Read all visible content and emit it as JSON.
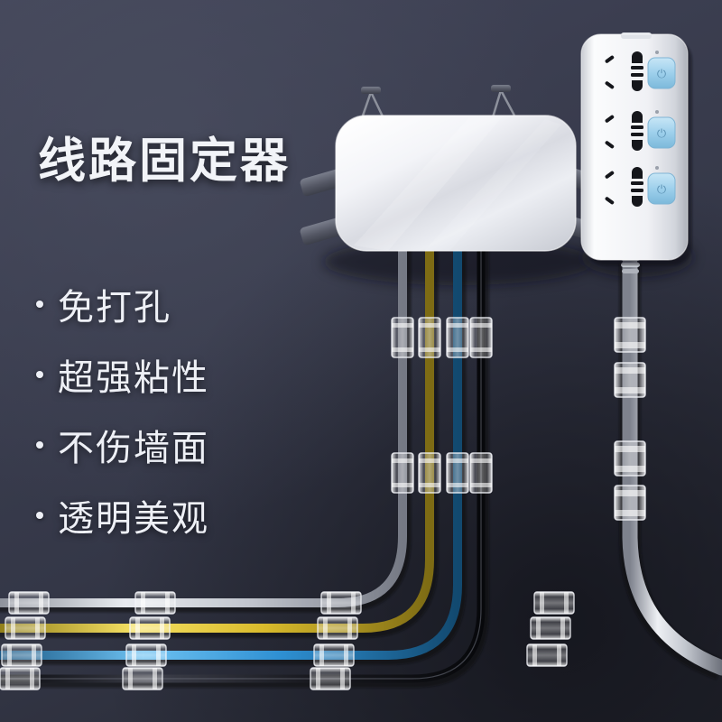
{
  "scene": {
    "kind": "product-photo",
    "subject": "cable-organizer-clips",
    "background_colors": [
      "#43465a",
      "#343747",
      "#24262f"
    ]
  },
  "title": "线路固定器",
  "bullets": [
    {
      "label": "免打孔"
    },
    {
      "label": "超强粘性"
    },
    {
      "label": "不伤墙面"
    },
    {
      "label": "透明美观"
    }
  ],
  "colors": {
    "accent_switch": "#9fd2ec",
    "cable_white": "#d7dae0",
    "cable_yellow": "#e8c93a",
    "cable_blue": "#3d9cdd",
    "cable_black": "#15161c",
    "device_white": "#eceef2",
    "clip_tab_gray": "#5b5e6b",
    "text": "#f2f4f8"
  },
  "power_strip": {
    "name": "power-strip",
    "body_color": "#f2f3f6",
    "socket_count": 3,
    "switch_count": 3,
    "switch_color": "#9fd2ec",
    "sockets": [
      {
        "index": 1,
        "type": "universal",
        "indicator": true
      },
      {
        "index": 2,
        "type": "universal",
        "indicator": true
      },
      {
        "index": 3,
        "type": "universal",
        "indicator": true
      }
    ]
  },
  "junction_box": {
    "name": "cable-junction-box",
    "body_color": "#e9ebf0",
    "top_hooks": 2,
    "left_tabs": 2,
    "right_tabs": 2
  },
  "cables": [
    {
      "name": "cable-white",
      "color": "#d7dae0",
      "width": 9,
      "clip_rows": 2
    },
    {
      "name": "cable-yellow",
      "color": "#e8c93a",
      "width": 9,
      "clip_rows": 2
    },
    {
      "name": "cable-blue",
      "color": "#3d9cdd",
      "width": 9,
      "clip_rows": 2
    },
    {
      "name": "cable-black",
      "color": "#16171d",
      "width": 8,
      "clip_rows": 2
    },
    {
      "name": "power-cord",
      "color": "#cfd3da",
      "width": 17,
      "clip_rows": 3
    }
  ],
  "clips": {
    "name": "transparent-cable-clip",
    "material": "transparent",
    "vertical_rows_y": [
      372,
      522
    ],
    "horizontal_columns_x": [
      28,
      185,
      390,
      620
    ]
  }
}
